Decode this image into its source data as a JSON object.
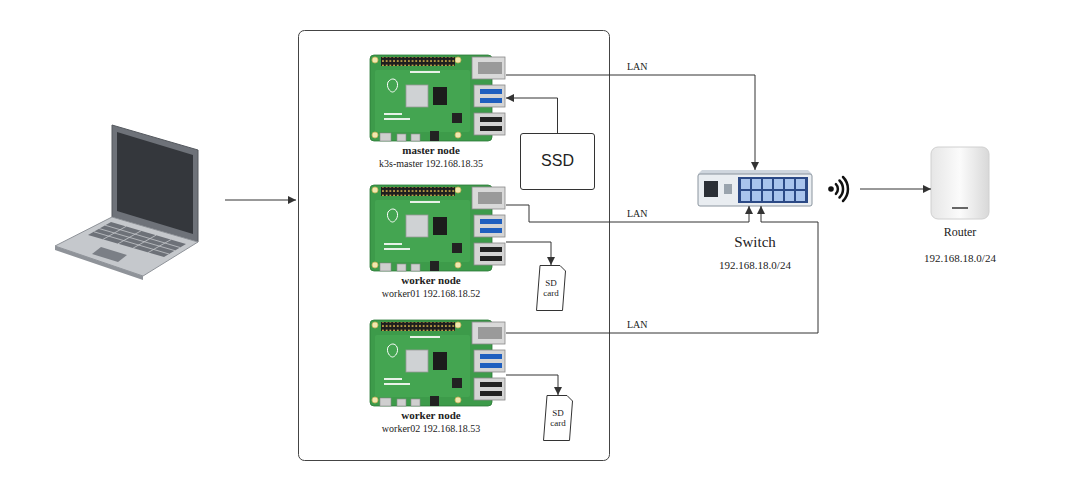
{
  "diagram": {
    "nodes": [
      {
        "text": [
          "master node",
          "k3s-master 192.168.18.35"
        ]
      },
      {
        "text": [
          "SSD"
        ]
      },
      {
        "text": [
          "worker node",
          "worker01 192.168.18.52"
        ]
      },
      {
        "text": [
          "SD card"
        ]
      },
      {
        "text": [
          "worker node",
          "worker02 192.168.18.53"
        ]
      },
      {
        "text": [
          "SD card"
        ]
      },
      {
        "text": [
          "Switch",
          "192.168.18.0/24"
        ]
      },
      {
        "text": [
          "Router",
          "192.168.18.0/24"
        ]
      }
    ],
    "edges": [
      {
        "from": 1,
        "to": 0,
        "arrow": "to"
      },
      {
        "from": 0,
        "to": 6,
        "arrow": "to",
        "label": "LAN"
      },
      {
        "from": 2,
        "to": 3,
        "arrow": "to"
      },
      {
        "from": 2,
        "to": 6,
        "arrow": "to",
        "label": "LAN"
      },
      {
        "from": 4,
        "to": 5,
        "arrow": "to"
      },
      {
        "from": 4,
        "to": 6,
        "arrow": "to",
        "label": "LAN"
      },
      {
        "from": 6,
        "to": 7,
        "arrow": "to"
      }
    ]
  }
}
